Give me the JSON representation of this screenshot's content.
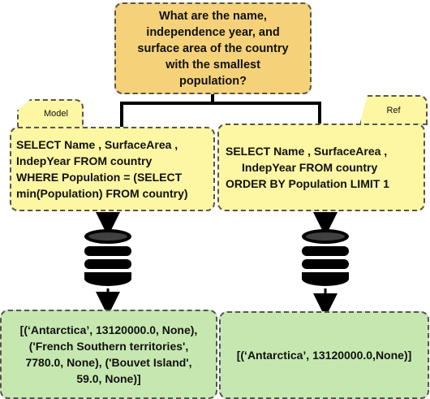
{
  "question": {
    "lines": [
      "What are the name,",
      "independence year, and",
      "surface area of the country",
      "with the smallest",
      "population?"
    ]
  },
  "model": {
    "tag": "Model",
    "sql_lines": [
      "SELECT Name , SurfaceArea ,",
      "IndepYear FROM country",
      "WHERE Population = (SELECT",
      "min(Population) FROM country)"
    ],
    "result_lines": [
      "[(‘Antarctica’, 13120000.0, None),",
      "('French Southern territories',",
      "7780.0, None), ('Bouvet Island',",
      "59.0, None)]"
    ]
  },
  "ref": {
    "tag": "Ref",
    "sql_lines": [
      "SELECT Name , SurfaceArea ,",
      "IndepYear FROM country",
      "ORDER BY Population LIMIT 1"
    ],
    "result_lines": [
      "[(‘Antarctica’, 13120000.0,None)]"
    ]
  },
  "colors": {
    "question_fill": "#f5d27a",
    "sql_fill": "#fdf6a3",
    "result_fill": "#c6e8b0",
    "wire": "#000000",
    "database": "#000000"
  },
  "icons": [
    "database-icon-model",
    "database-icon-ref"
  ]
}
